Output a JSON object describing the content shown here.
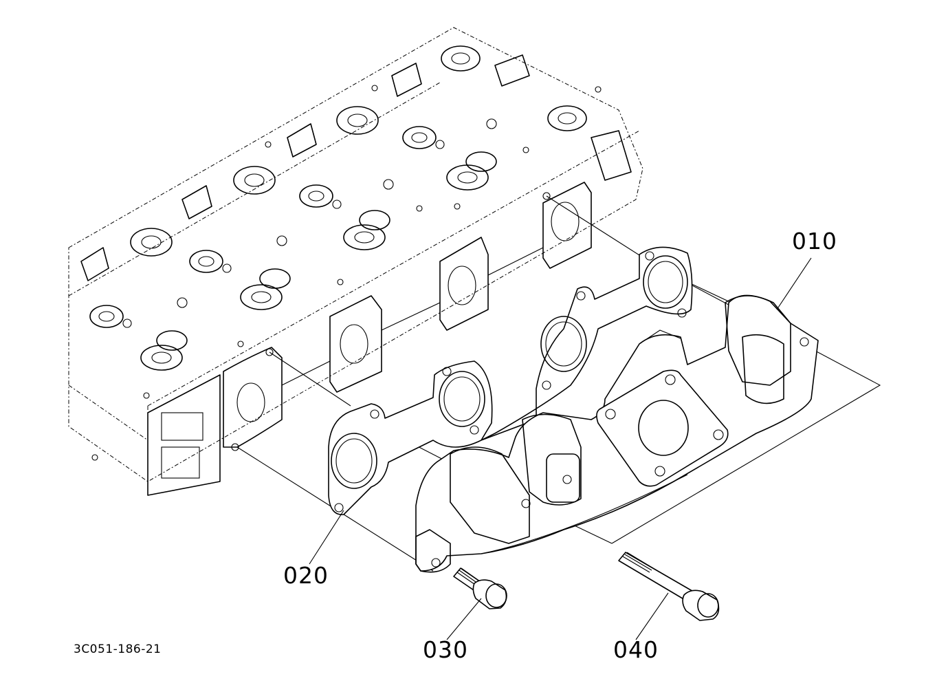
{
  "diagram": {
    "figure_code": "3C051-186-21",
    "callouts": {
      "manifold": "010",
      "gasket": "020",
      "short_bolt": "030",
      "long_bolt": "040"
    }
  }
}
